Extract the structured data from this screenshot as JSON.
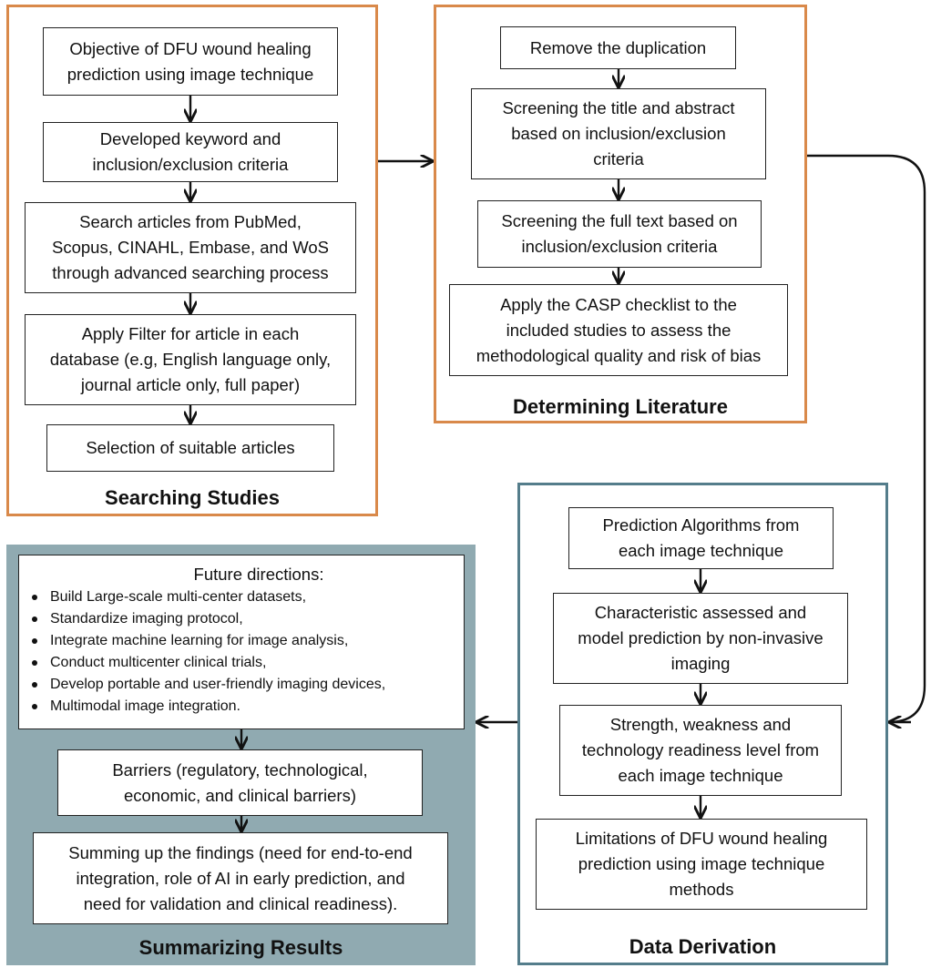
{
  "colors": {
    "orange_border": "#d9894a",
    "teal_border": "#547d8b",
    "summary_fill": "#90aab1"
  },
  "searching": {
    "title": "Searching Studies",
    "steps": [
      [
        "Objective of DFU wound healing",
        "prediction using image technique"
      ],
      [
        "Developed keyword and",
        "inclusion/exclusion criteria"
      ],
      [
        "Search articles from PubMed,",
        "Scopus, CINAHL, Embase, and WoS",
        "through advanced searching process"
      ],
      [
        "Apply Filter for article in each",
        "database (e.g, English language only,",
        "journal article only, full paper)"
      ],
      [
        "Selection of suitable articles"
      ]
    ]
  },
  "determining": {
    "title": "Determining Literature",
    "steps": [
      [
        "Remove the duplication"
      ],
      [
        "Screening the title and abstract",
        "based on inclusion/exclusion",
        "criteria"
      ],
      [
        "Screening the full text based on",
        "inclusion/exclusion criteria"
      ],
      [
        "Apply the CASP checklist to the",
        "included studies to assess the",
        "methodological quality and risk of bias"
      ]
    ]
  },
  "derivation": {
    "title": "Data Derivation",
    "steps": [
      [
        "Prediction Algorithms from",
        "each image technique"
      ],
      [
        "Characteristic assessed and",
        "model prediction by non-invasive",
        "imaging"
      ],
      [
        "Strength, weakness and",
        "technology readiness level from",
        "each  image technique"
      ],
      [
        "Limitations of DFU wound healing",
        "prediction using image technique",
        "methods"
      ]
    ]
  },
  "summarizing": {
    "title": "Summarizing Results",
    "future_heading": "Future directions:",
    "future_items": [
      "Build Large-scale multi-center datasets,",
      "Standardize imaging protocol,",
      "Integrate machine learning for image analysis,",
      "Conduct multicenter clinical trials,",
      "Develop portable and user-friendly imaging devices,",
      "Multimodal image integration."
    ],
    "steps": [
      [
        "Barriers (regulatory, technological,",
        "economic, and clinical barriers)"
      ],
      [
        "Summing up the findings (need for end-to-end",
        "integration, role of AI in early prediction, and",
        "need for validation and clinical readiness)."
      ]
    ]
  }
}
